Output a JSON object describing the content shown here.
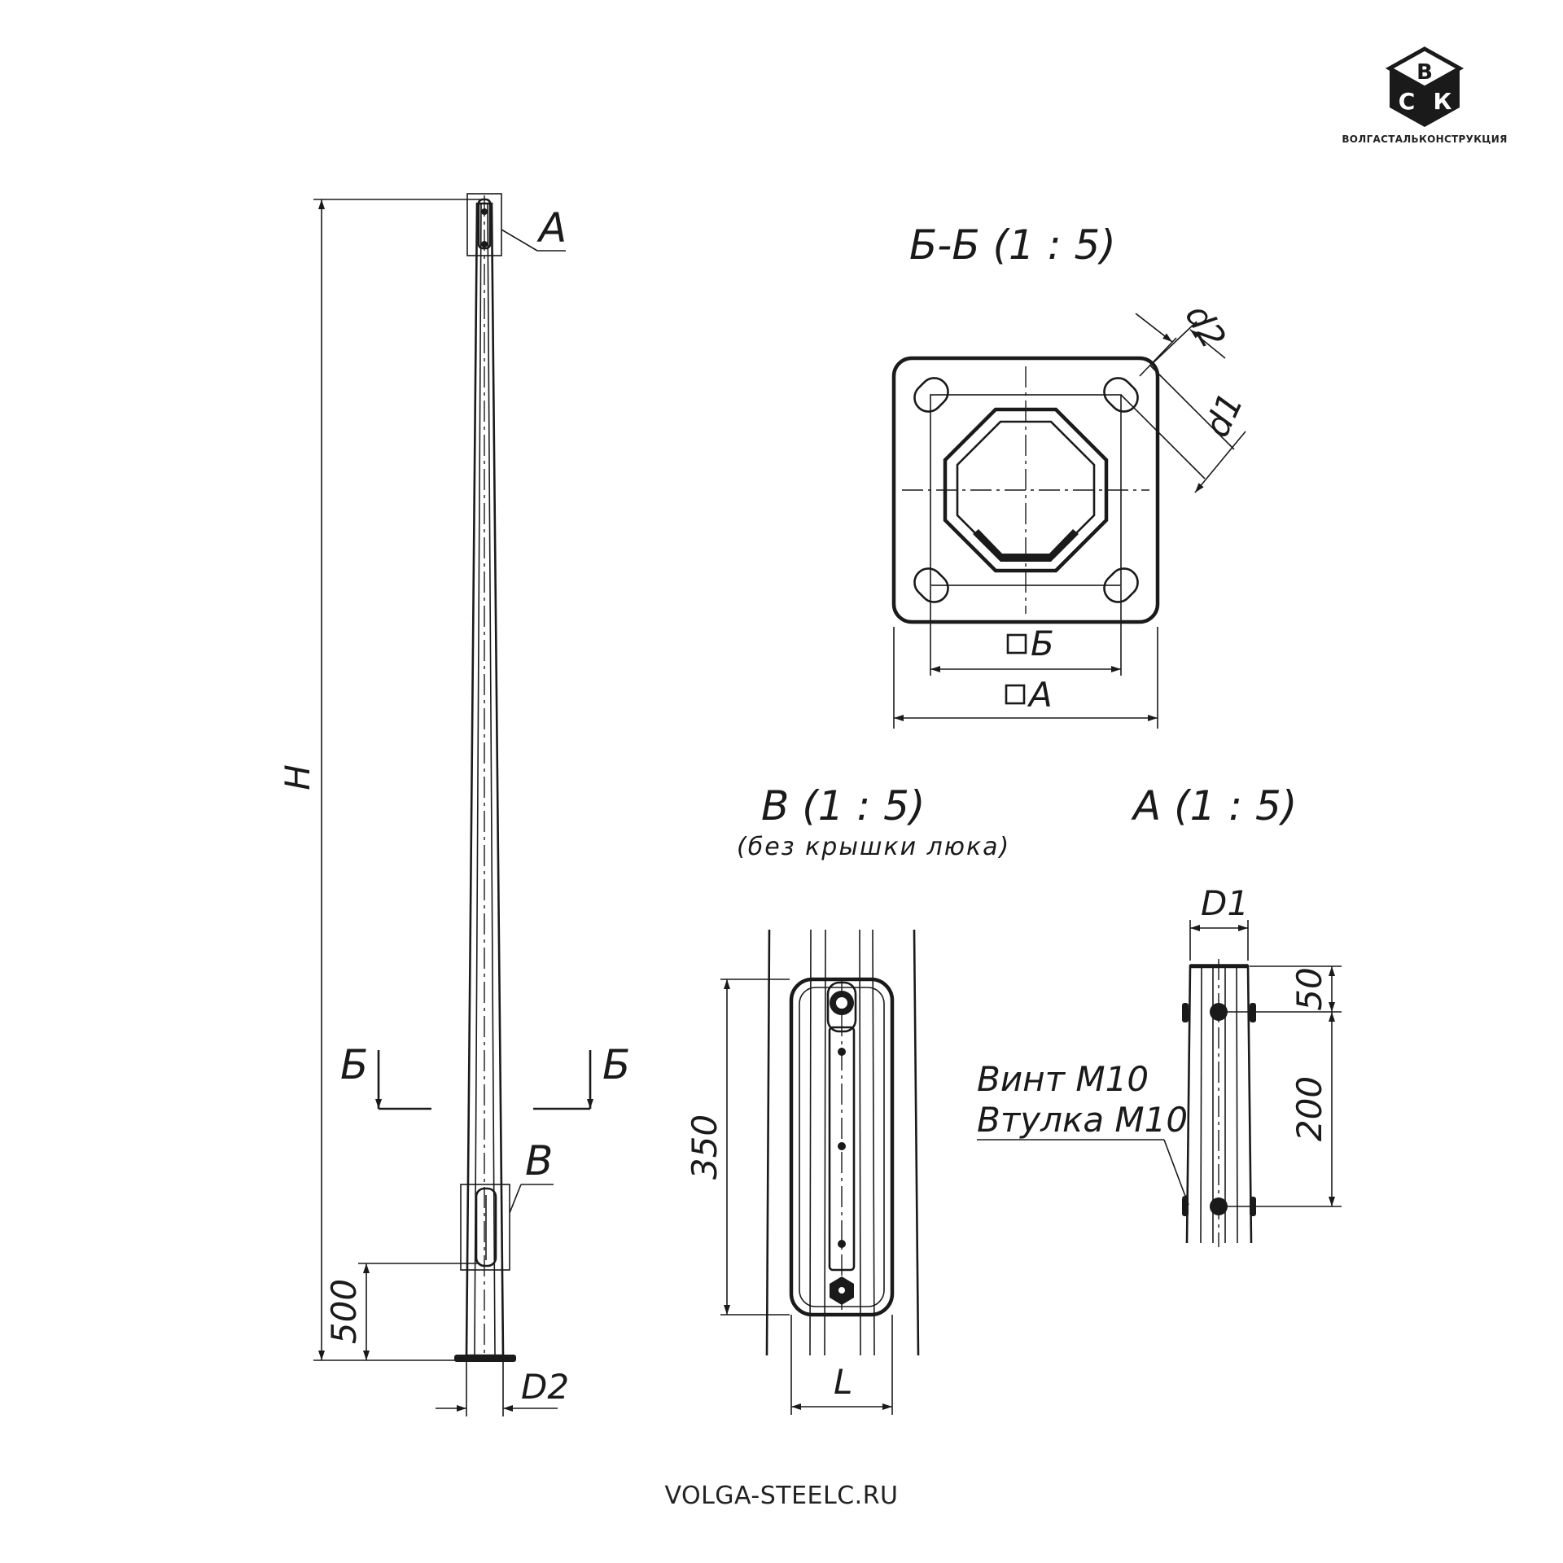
{
  "logo": {
    "letters": [
      "В",
      "С",
      "К"
    ],
    "caption": "ВОЛГАСТАЛЬКОНСТРУКЦИЯ"
  },
  "pole": {
    "height_label": "H",
    "top_callout": "А",
    "section_mark_left": "Б",
    "section_mark_right": "Б",
    "hatch_callout": "В",
    "hatch_height_dim": "500",
    "base_diameter_dim": "D2"
  },
  "section_bb": {
    "title": "Б-Б   (1 : 5)",
    "dim_d1": "d1",
    "dim_d2": "d2",
    "dim_b": "Б",
    "dim_a": "А"
  },
  "view_v": {
    "title": "В   (1 : 5)",
    "subtitle": "(без крышки люка)",
    "dim_height": "350",
    "dim_width": "L"
  },
  "view_a": {
    "title": "А   (1 : 5)",
    "dim_diameter": "D1",
    "dim_top": "50",
    "dim_spacing": "200",
    "note_line1": "Винт М10",
    "note_line2": "Втулка М10"
  },
  "footer": {
    "website": "VOLGA-STEELC.RU"
  }
}
